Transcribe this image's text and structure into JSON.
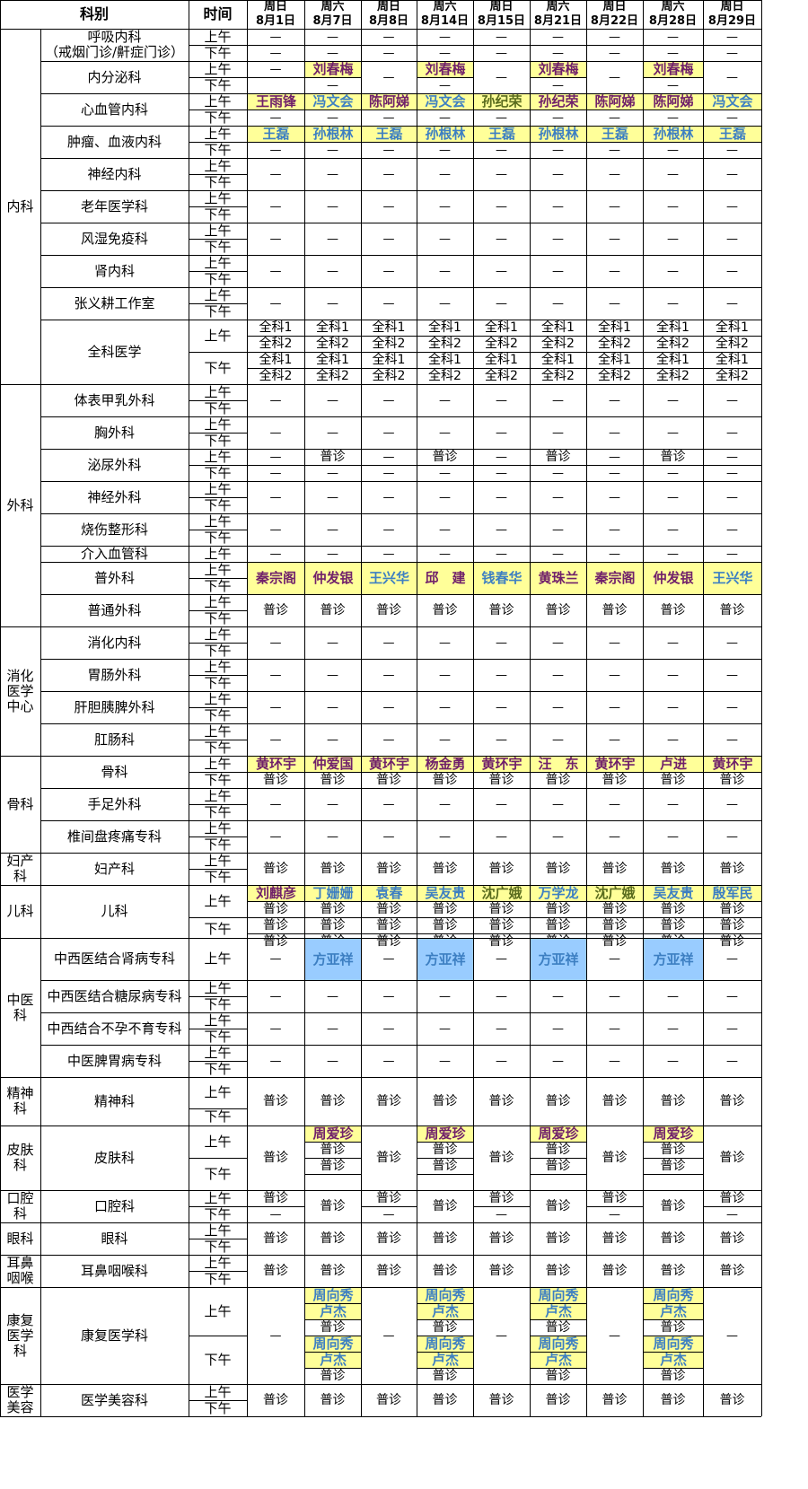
{
  "header": {
    "dept": "科别",
    "time": "时间",
    "days": [
      "周日\n8月1日",
      "周六\n8月7日",
      "周日\n8月8日",
      "周六\n8月14日",
      "周日\n8月15日",
      "周六\n8月21日",
      "周日\n8月22日",
      "周六\n8月28日",
      "周日\n8月29日"
    ]
  },
  "labels": {
    "am": "上午",
    "pm": "下午",
    "dash": "—",
    "general": "普诊"
  },
  "categories": [
    {
      "id": "neike",
      "name": "内科",
      "rows": [
        {
          "name": "呼吸内科\n（戒烟门诊/鼾症门诊）",
          "slots": [
            {
              "t": "am",
              "c": "D"
            },
            {
              "t": "pm",
              "c": "D"
            }
          ]
        },
        {
          "name": "内分泌科",
          "slots": [
            {
              "t": "am",
              "c": [
                "D",
                "Y:刘春梅:p",
                "D",
                "Y:刘春梅:p",
                "D",
                "Y:刘春梅:p",
                "D",
                "Y:刘春梅:p",
                "D"
              ],
              "r": [
                1,
                1,
                2,
                1,
                2,
                1,
                2,
                1,
                2
              ]
            },
            {
              "t": "pm",
              "c": [
                "-",
                "D",
                "-",
                "D",
                "-",
                "D",
                "-",
                "D",
                "-"
              ]
            }
          ]
        },
        {
          "name": "心血管内科",
          "slots": [
            {
              "t": "am",
              "c": [
                "Y:王雨锋:p",
                "Y:冯文会:b",
                "Y:陈阿娣:p",
                "Y:冯文会:b",
                "Y:孙纪荣:o",
                "Y:孙纪荣:p",
                "Y:陈阿娣:p",
                "Y:陈阿娣:p",
                "Y:冯文会:b"
              ]
            },
            {
              "t": "pm",
              "c": "D"
            }
          ]
        },
        {
          "name": "肿瘤、血液内科",
          "slots": [
            {
              "t": "am",
              "c": [
                "Y:王磊:b",
                "Y:孙根林:b",
                "Y:王磊:b",
                "Y:孙根林:b",
                "Y:王磊:b",
                "Y:孙根林:b",
                "Y:王磊:b",
                "Y:孙根林:b",
                "Y:王磊:b"
              ]
            },
            {
              "t": "pm",
              "c": "D"
            }
          ]
        },
        {
          "name": "神经内科",
          "slots": [
            {
              "t": "am",
              "c": "D",
              "r": 2
            },
            {
              "t": "pm",
              "c": "-"
            }
          ]
        },
        {
          "name": "老年医学科",
          "slots": [
            {
              "t": "am",
              "c": "D",
              "r": 2
            },
            {
              "t": "pm",
              "c": "-"
            }
          ]
        },
        {
          "name": "风湿免疫科",
          "slots": [
            {
              "t": "am",
              "c": "D",
              "r": 2
            },
            {
              "t": "pm",
              "c": "-"
            }
          ]
        },
        {
          "name": "肾内科",
          "slots": [
            {
              "t": "am",
              "c": "D",
              "r": 2
            },
            {
              "t": "pm",
              "c": "-"
            }
          ]
        },
        {
          "name": "张义耕工作室",
          "slots": [
            {
              "t": "am",
              "c": "D",
              "r": 2
            },
            {
              "t": "pm",
              "c": "-"
            }
          ]
        },
        {
          "name": "全科医学",
          "special": "gp"
        }
      ]
    },
    {
      "id": "waike",
      "name": "外科",
      "rows": [
        {
          "name": "体表甲乳外科",
          "slots": [
            {
              "t": "am",
              "c": "D",
              "r": 2
            },
            {
              "t": "pm",
              "c": "-"
            }
          ]
        },
        {
          "name": "胸外科",
          "slots": [
            {
              "t": "am",
              "c": "D",
              "r": 2
            },
            {
              "t": "pm",
              "c": "-"
            }
          ]
        },
        {
          "name": "泌尿外科",
          "slots": [
            {
              "t": "am",
              "c": [
                "D",
                "G",
                "D",
                "G",
                "D",
                "G",
                "D",
                "G",
                "D"
              ]
            },
            {
              "t": "pm",
              "c": "D"
            }
          ]
        },
        {
          "name": "神经外科",
          "slots": [
            {
              "t": "am",
              "c": "D",
              "r": 2
            },
            {
              "t": "pm",
              "c": "-"
            }
          ]
        },
        {
          "name": "烧伤整形科",
          "slots": [
            {
              "t": "am",
              "c": "D",
              "r": 2
            },
            {
              "t": "pm",
              "c": "-"
            }
          ]
        },
        {
          "name": "介入血管科",
          "single": true,
          "slots": [
            {
              "t": "am",
              "c": "D"
            }
          ]
        },
        {
          "name": "普外科",
          "slots": [
            {
              "t": "am",
              "c": [
                "Y:秦宗阁:p",
                "Y:仲发银:p",
                "Y:王兴华:b",
                "Y:邱　建:p",
                "Y:钱春华:b",
                "Y:黄珠兰:p",
                "Y:秦宗阁:p",
                "Y:仲发银:p",
                "Y:王兴华:b"
              ],
              "r": 2
            },
            {
              "t": "pm",
              "c": "-"
            }
          ]
        },
        {
          "name": "普通外科",
          "slots": [
            {
              "t": "am",
              "c": "G",
              "r": 2
            },
            {
              "t": "pm",
              "c": "-"
            }
          ]
        }
      ]
    },
    {
      "id": "xiaohua",
      "name": "消化\n医学\n中心",
      "rows": [
        {
          "name": "消化内科",
          "slots": [
            {
              "t": "am",
              "c": "D",
              "r": 2
            },
            {
              "t": "pm",
              "c": "-"
            }
          ]
        },
        {
          "name": "胃肠外科",
          "slots": [
            {
              "t": "am",
              "c": "D",
              "r": 2
            },
            {
              "t": "pm",
              "c": "-"
            }
          ]
        },
        {
          "name": "肝胆胰脾外科",
          "slots": [
            {
              "t": "am",
              "c": "D",
              "r": 2
            },
            {
              "t": "pm",
              "c": "-"
            }
          ]
        },
        {
          "name": "肛肠科",
          "slots": [
            {
              "t": "am",
              "c": "D",
              "r": 2
            },
            {
              "t": "pm",
              "c": "-"
            }
          ]
        }
      ]
    },
    {
      "id": "guke",
      "name": "骨科",
      "rows": [
        {
          "name": "骨科",
          "slots": [
            {
              "t": "am",
              "c": [
                "Y:黄环宇:p",
                "Y:仲爱国:p",
                "Y:黄环宇:p",
                "Y:杨金勇:p",
                "Y:黄环宇:p",
                "Y:汪　东:p",
                "Y:黄环宇:p",
                "Y:卢进:p",
                "Y:黄环宇:p"
              ]
            },
            {
              "t": "pm",
              "c": "G"
            }
          ]
        },
        {
          "name": "手足外科",
          "slots": [
            {
              "t": "am",
              "c": "D",
              "r": 2
            },
            {
              "t": "pm",
              "c": "-"
            }
          ]
        },
        {
          "name": "椎间盘疼痛专科",
          "slots": [
            {
              "t": "am",
              "c": "D",
              "r": 2
            },
            {
              "t": "pm",
              "c": "-"
            }
          ]
        }
      ]
    },
    {
      "id": "fuchan",
      "name": "妇产\n科",
      "rows": [
        {
          "name": "妇产科",
          "slots": [
            {
              "t": "am",
              "c": "G",
              "r": 2
            },
            {
              "t": "pm",
              "c": "-"
            }
          ]
        }
      ]
    },
    {
      "id": "erke",
      "name": "儿科",
      "rows": [
        {
          "name": "儿科",
          "special": "peds"
        }
      ]
    },
    {
      "id": "zhongyi",
      "name": "中医\n科",
      "rows": [
        {
          "name": "中西医结合肾病专科",
          "single": true,
          "tall": true,
          "slots": [
            {
              "t": "am",
              "c": [
                "D",
                "B:方亚祥",
                "D",
                "B:方亚祥",
                "D",
                "B:方亚祥",
                "D",
                "B:方亚祥",
                "D"
              ]
            }
          ]
        },
        {
          "name": "中西医结合糖尿病专科",
          "slots": [
            {
              "t": "am",
              "c": "D",
              "r": 2
            },
            {
              "t": "pm",
              "c": "-"
            }
          ]
        },
        {
          "name": "中西结合不孕不育专科",
          "slots": [
            {
              "t": "am",
              "c": "D",
              "r": 2
            },
            {
              "t": "pm",
              "c": "-"
            }
          ]
        },
        {
          "name": "中医脾胃病专科",
          "slots": [
            {
              "t": "am",
              "c": "D",
              "r": 2
            },
            {
              "t": "pm",
              "c": "-"
            }
          ]
        }
      ]
    },
    {
      "id": "jingshen",
      "name": "精神\n科",
      "rows": [
        {
          "name": "精神科",
          "special": "psy"
        }
      ]
    },
    {
      "id": "pifu",
      "name": "皮肤\n科",
      "rows": [
        {
          "name": "皮肤科",
          "special": "derm"
        }
      ]
    },
    {
      "id": "kouqiang",
      "name": "口腔\n科",
      "rows": [
        {
          "name": "口腔科",
          "slots": [
            {
              "t": "am",
              "c": [
                "G",
                "G",
                "G",
                "G",
                "G",
                "G",
                "G",
                "G",
                "G"
              ],
              "r": [
                1,
                2,
                1,
                2,
                1,
                2,
                1,
                2,
                1
              ]
            },
            {
              "t": "pm",
              "c": [
                "D",
                "-",
                "D",
                "-",
                "D",
                "-",
                "D",
                "-",
                "D"
              ]
            }
          ]
        }
      ]
    },
    {
      "id": "yanke",
      "name": "眼科",
      "rows": [
        {
          "name": "眼科",
          "slots": [
            {
              "t": "am",
              "c": "G",
              "r": 2
            },
            {
              "t": "pm",
              "c": "-"
            }
          ]
        }
      ]
    },
    {
      "id": "erbi",
      "name": "耳鼻\n咽喉",
      "rows": [
        {
          "name": "耳鼻咽喉科",
          "slots": [
            {
              "t": "am",
              "c": "G",
              "r": 2
            },
            {
              "t": "pm",
              "c": "-"
            }
          ]
        }
      ]
    },
    {
      "id": "kangfu",
      "name": "康复\n医学\n科",
      "rows": [
        {
          "name": "康复医学科",
          "special": "rehab"
        }
      ]
    },
    {
      "id": "meirong",
      "name": "医学\n美容",
      "rows": [
        {
          "name": "医学美容科",
          "slots": [
            {
              "t": "am",
              "c": "G",
              "r": 2
            },
            {
              "t": "pm",
              "c": "-"
            }
          ]
        }
      ]
    }
  ],
  "gp": {
    "slot1": "全科1",
    "slot2": "全科2"
  },
  "peds": {
    "am_names": [
      "Y:刘麒彦:p",
      "Y:丁姗姗:b",
      "Y:袁春:b",
      "Y:吴友贵:b",
      "Y:沈广娥:o",
      "Y:万学龙:b",
      "Y:沈广娥:o",
      "Y:吴友贵:b",
      "Y:殷军民:b"
    ]
  },
  "derm": {
    "name": "周爱珍"
  },
  "rehab": {
    "name1": "周向秀",
    "name2": "卢杰"
  }
}
